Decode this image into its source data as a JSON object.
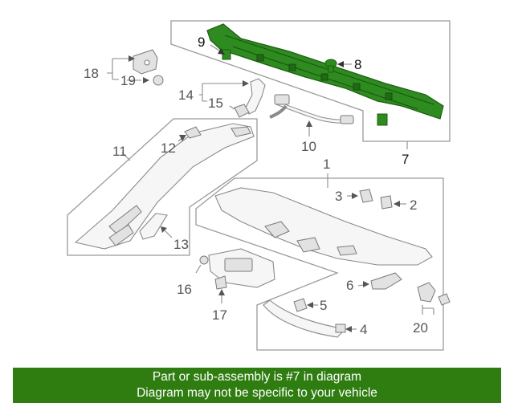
{
  "callouts": {
    "c1": "1",
    "c2": "2",
    "c3": "3",
    "c4": "4",
    "c5": "5",
    "c6": "6",
    "c7": "7",
    "c8": "8",
    "c9": "9",
    "c10": "10",
    "c11": "11",
    "c12": "12",
    "c13": "13",
    "c14": "14",
    "c15": "15",
    "c16": "16",
    "c17": "17",
    "c18": "18",
    "c19": "19",
    "c20": "20"
  },
  "highlighted_part": "7",
  "colors": {
    "highlight_green": "#2f7d10",
    "highlight_part": "#2e8b1f",
    "line_gray": "#8a8a8a"
  },
  "banner": {
    "line1": "Part or sub-assembly is #7 in diagram",
    "line2": "Diagram may not be specific to your vehicle"
  }
}
